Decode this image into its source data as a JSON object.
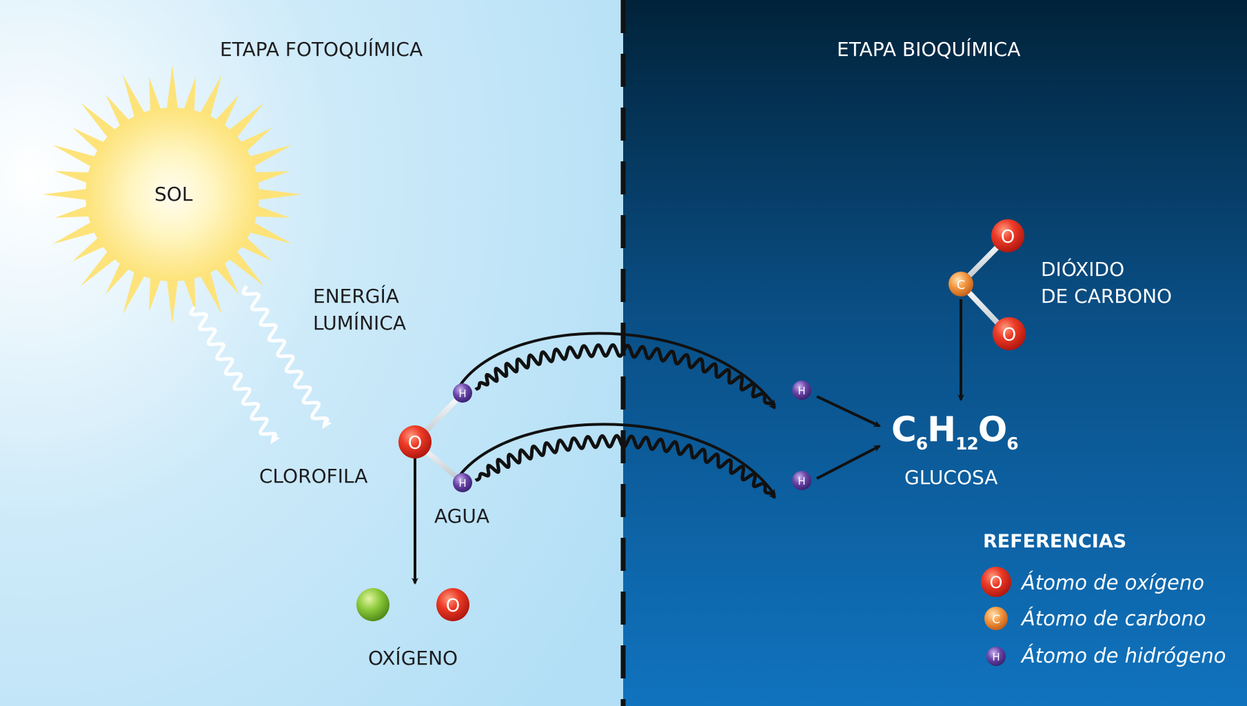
{
  "header": {
    "left_stage": "ETAPA FOTOQUÍMICA",
    "right_stage": "ETAPA BIOQUÍMICA"
  },
  "labels": {
    "sun": "SOL",
    "light_energy_line1": "ENERGÍA",
    "light_energy_line2": "LUMÍNICA",
    "chlorophyll": "CLOROFILA",
    "water": "AGUA",
    "oxygen": "OXÍGENO",
    "co2_line1": "DIÓXIDO",
    "co2_line2": "DE CARBONO",
    "glucose": "GLUCOSA"
  },
  "formula": {
    "c": "C",
    "c_sub": "6",
    "h": "H",
    "h_sub": "12",
    "o": "O",
    "o_sub": "6"
  },
  "atoms": {
    "oxygen_symbol": "O",
    "carbon_symbol": "C",
    "hydrogen_symbol": "H"
  },
  "legend": {
    "title": "REFERENCIAS",
    "oxygen": "Átomo de oxígeno",
    "carbon": "Átomo de carbono",
    "hydrogen": "Átomo de hidrógeno"
  },
  "colors": {
    "left_bg_light": "#f4fbfe",
    "left_bg": "#b9e2f7",
    "right_bg_top": "#01253d",
    "right_bg_bottom": "#0f70bb",
    "sun": "#fde37a",
    "oxygen_atom": "#e32a21",
    "carbon_atom": "#ef8a3a",
    "hydrogen_atom": "#5d3a9a",
    "released_atom": "#7fbf2a"
  }
}
